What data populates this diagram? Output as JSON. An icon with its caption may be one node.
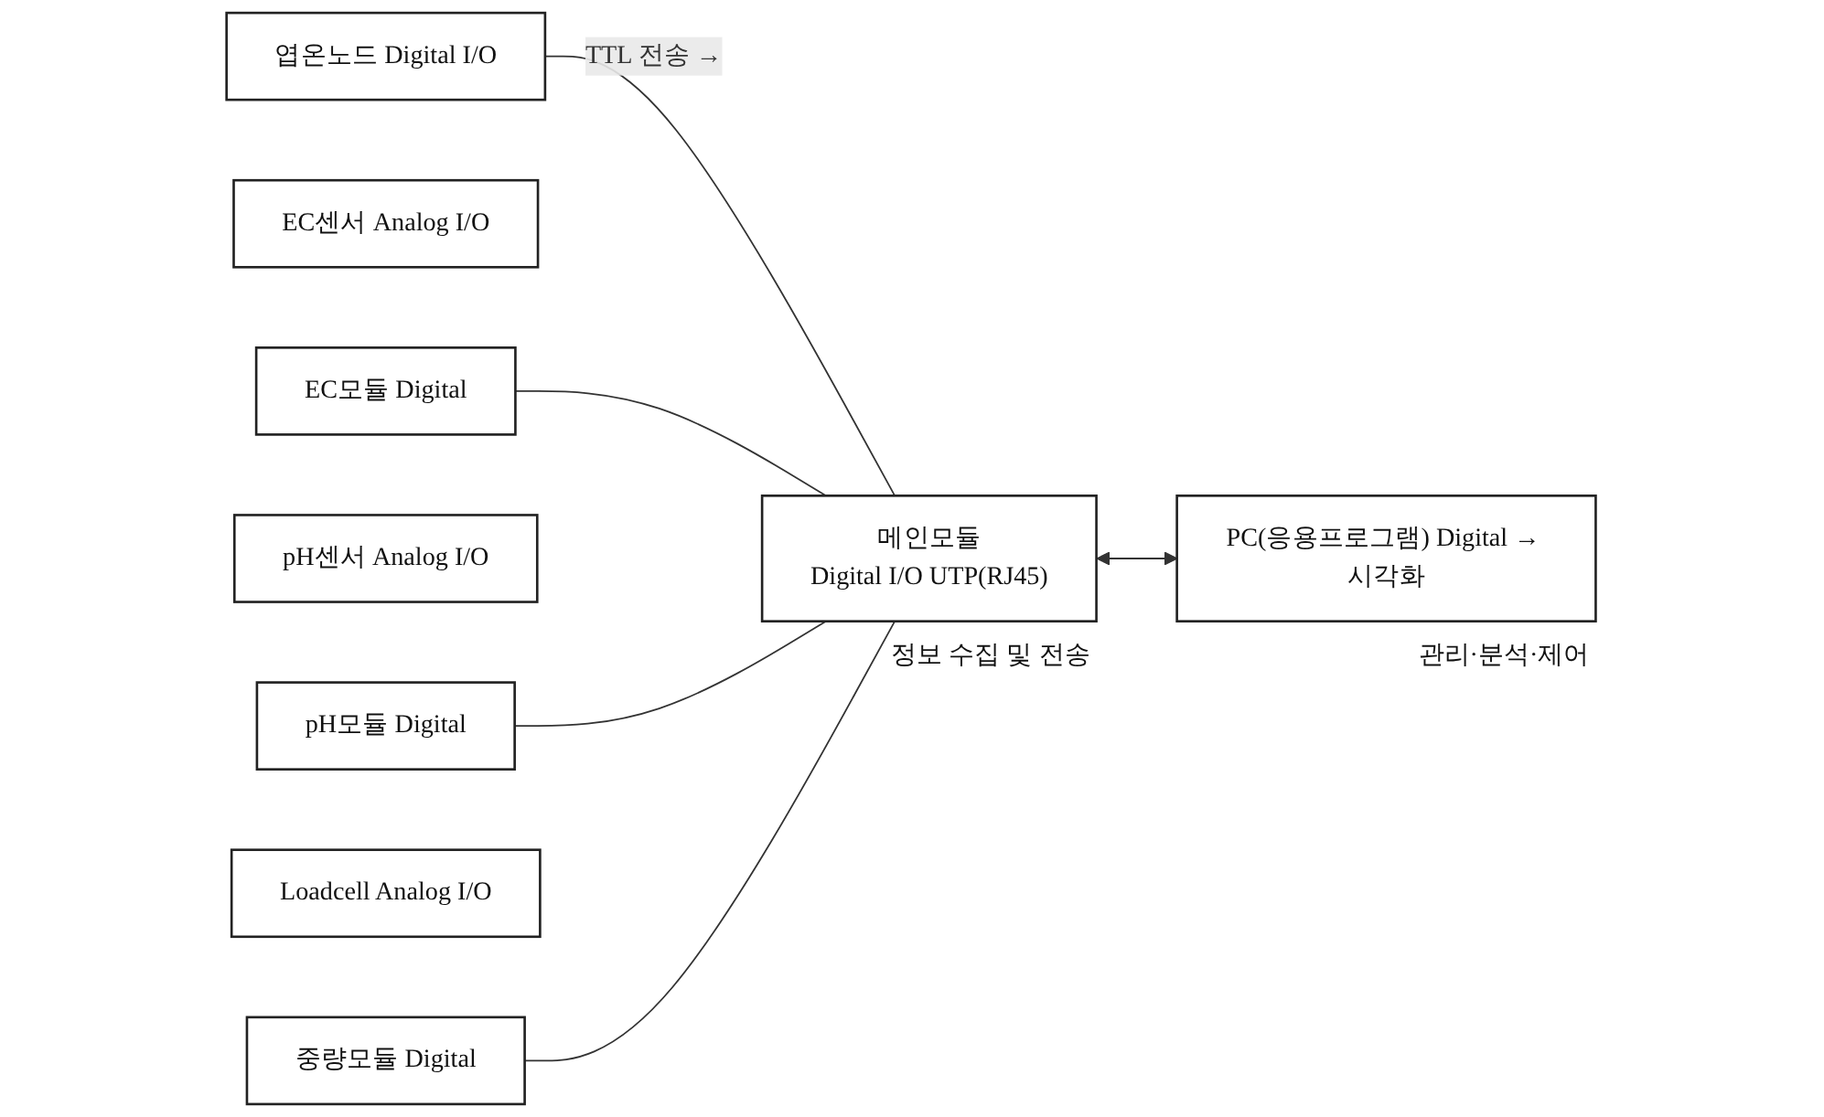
{
  "diagram": {
    "nodes": [
      {
        "text": [
          "엽온노드 Digital I/O"
        ]
      },
      {
        "text": [
          "EC센서 Analog I/O"
        ]
      },
      {
        "text": [
          "EC모듈 Digital"
        ]
      },
      {
        "text": [
          "pH센서 Analog I/O"
        ]
      },
      {
        "text": [
          "pH모듈 Digital"
        ]
      },
      {
        "text": [
          "Loadcell Analog I/O"
        ]
      },
      {
        "text": [
          "중량모듈 Digital"
        ]
      },
      {
        "text": [
          "메인모듈",
          "Digital I/O UTP(RJ45)"
        ],
        "beside": [
          "정보 수집 및 전송"
        ]
      },
      {
        "text": [
          "PC(응용프로그램) Digital → 시각화"
        ],
        "beside": [
          "관리·분석·제어"
        ]
      }
    ],
    "edges": [
      {
        "from": 0,
        "to": 7,
        "arrow": "none",
        "label": "TTL 전송 →"
      },
      {
        "from": 2,
        "to": 7,
        "arrow": "none"
      },
      {
        "from": 4,
        "to": 7,
        "arrow": "none"
      },
      {
        "from": 6,
        "to": 7,
        "arrow": "none"
      },
      {
        "from": 7,
        "to": 8,
        "arrow": "both"
      }
    ]
  }
}
